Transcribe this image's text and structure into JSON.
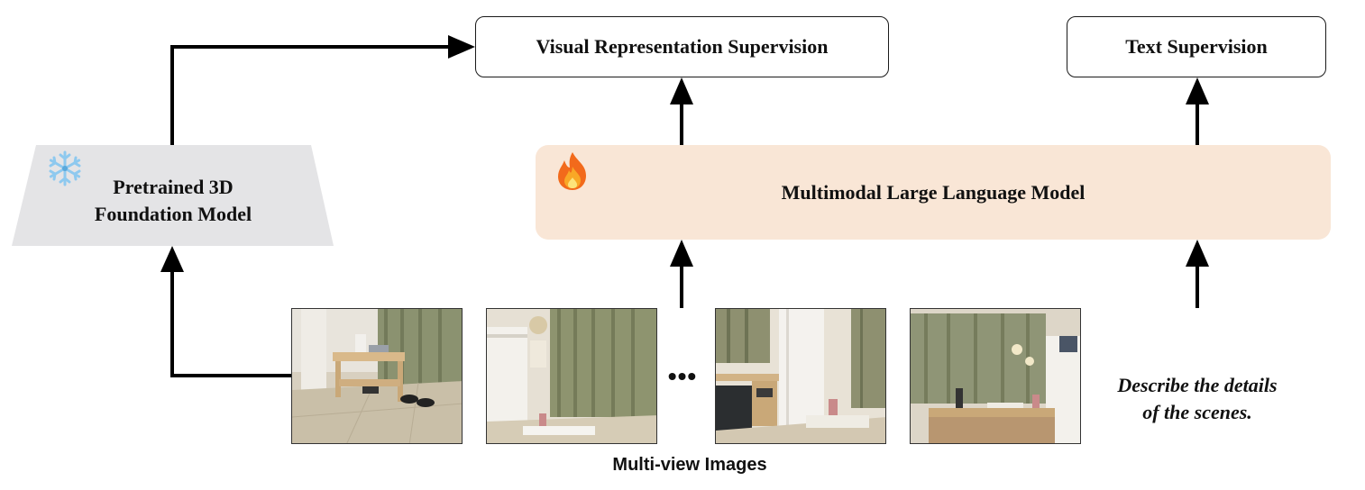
{
  "visual_supervision": {
    "label": "Visual Representation Supervision"
  },
  "text_supervision": {
    "label": "Text Supervision"
  },
  "mllm": {
    "label": "Multimodal Large Language Model",
    "icon": "fire-icon",
    "status": "trainable"
  },
  "foundation_model": {
    "line1": "Pretrained 3D",
    "line2": "Foundation Model",
    "icon": "snowflake-icon",
    "status": "frozen"
  },
  "images": {
    "caption": "Multi-view Images",
    "ellipsis": "•••",
    "count_shown": 4
  },
  "prompt": {
    "line1": "Describe the details",
    "line2": "of the scenes."
  },
  "colors": {
    "mllm_fill": "#f9e6d6",
    "foundation_fill": "#e4e4e6",
    "arrow": "#000000",
    "snowflake": "#8ec9ef",
    "fire": "#f26a1b"
  }
}
